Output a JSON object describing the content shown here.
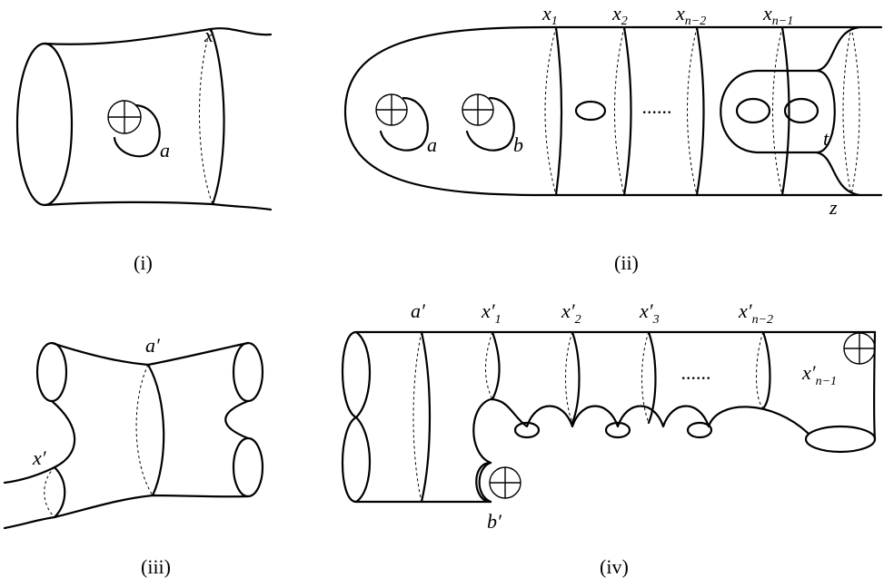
{
  "panels": {
    "i": {
      "caption": "(i)",
      "labels": {
        "x": "x",
        "a": "a"
      }
    },
    "ii": {
      "caption": "(ii)",
      "labels": {
        "x1_base": "x",
        "x1_sub": "1",
        "x2_base": "x",
        "x2_sub": "2",
        "xn2_base": "x",
        "xn2_sub": "n−2",
        "xn1_base": "x",
        "xn1_sub": "n−1",
        "a": "a",
        "b": "b",
        "t": "t",
        "z": "z",
        "dots": "......"
      }
    },
    "iii": {
      "caption": "(iii)",
      "labels": {
        "a_prime": "a′",
        "x_prime": "x′"
      }
    },
    "iv": {
      "caption": "(iv)",
      "labels": {
        "a_prime": "a′",
        "b_prime": "b′",
        "x1_base": "x′",
        "x1_sub": "1",
        "x2_base": "x′",
        "x2_sub": "2",
        "x3_base": "x′",
        "x3_sub": "3",
        "xn2_base": "x′",
        "xn2_sub": "n−2",
        "xn1_base": "x′",
        "xn1_sub": "n−1",
        "dots": "......"
      }
    }
  }
}
